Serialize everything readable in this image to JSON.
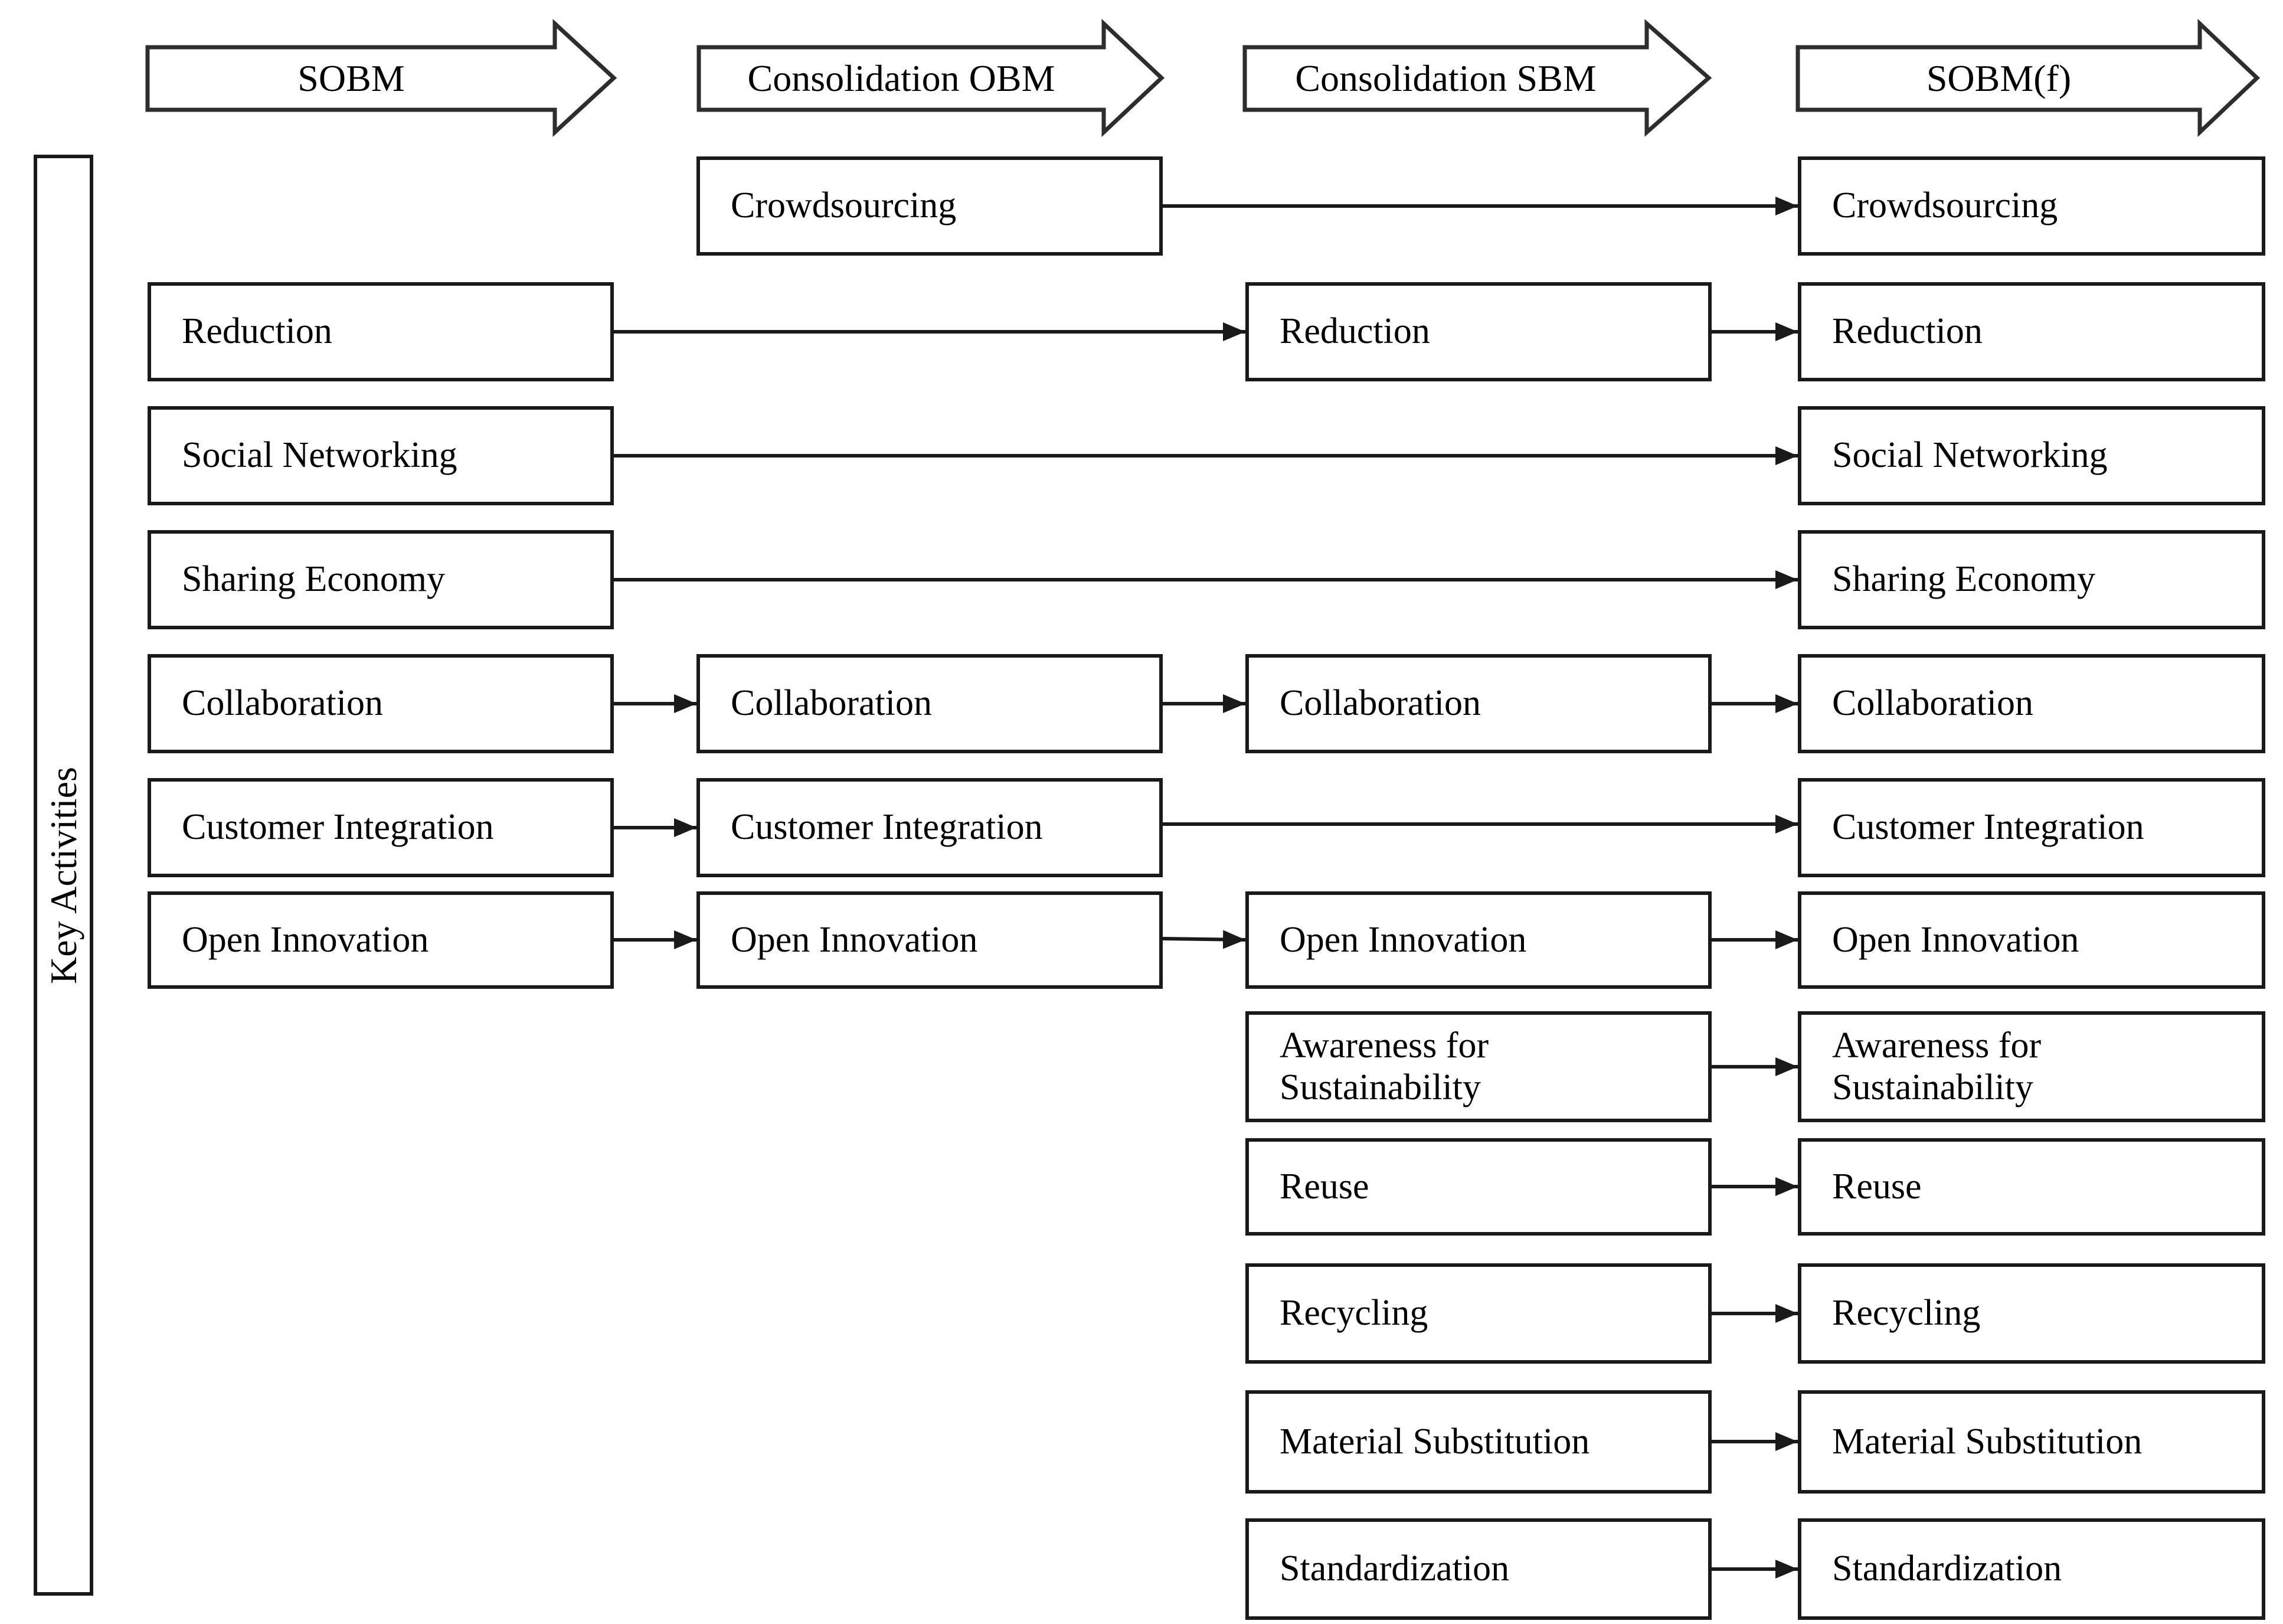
{
  "sidebar": {
    "label": "Key Activities"
  },
  "headers": [
    {
      "label": "SOBM"
    },
    {
      "label": "Consolidation OBM"
    },
    {
      "label": "Consolidation SBM"
    },
    {
      "label": "SOBM(f)"
    }
  ],
  "columns": [
    {
      "name": "SOBM",
      "boxes": [
        {
          "label": "Reduction"
        },
        {
          "label": "Social Networking"
        },
        {
          "label": "Sharing Economy"
        },
        {
          "label": "Collaboration"
        },
        {
          "label": "Customer Integration"
        },
        {
          "label": "Open Innovation"
        }
      ]
    },
    {
      "name": "Consolidation OBM",
      "boxes": [
        {
          "label": "Crowdsourcing"
        },
        {
          "label": "Collaboration"
        },
        {
          "label": "Customer Integration"
        },
        {
          "label": "Open Innovation"
        }
      ]
    },
    {
      "name": "Consolidation SBM",
      "boxes": [
        {
          "label": "Reduction"
        },
        {
          "label": "Collaboration"
        },
        {
          "label": "Open Innovation"
        },
        {
          "label": "Awareness for\nSustainability"
        },
        {
          "label": "Reuse"
        },
        {
          "label": "Recycling"
        },
        {
          "label": "Material Substitution"
        },
        {
          "label": "Standardization"
        }
      ]
    },
    {
      "name": "SOBM(f)",
      "boxes": [
        {
          "label": "Crowdsourcing"
        },
        {
          "label": "Reduction"
        },
        {
          "label": "Social Networking"
        },
        {
          "label": "Sharing Economy"
        },
        {
          "label": "Collaboration"
        },
        {
          "label": "Customer Integration"
        },
        {
          "label": "Open Innovation"
        },
        {
          "label": "Awareness for\nSustainability"
        },
        {
          "label": "Reuse"
        },
        {
          "label": "Recycling"
        },
        {
          "label": "Material Substitution"
        },
        {
          "label": "Standardization"
        }
      ]
    }
  ],
  "connections": [
    {
      "from": "Consolidation OBM / Crowdsourcing",
      "to": "SOBM(f) / Crowdsourcing"
    },
    {
      "from": "SOBM / Reduction",
      "to": "Consolidation SBM / Reduction"
    },
    {
      "from": "Consolidation SBM / Reduction",
      "to": "SOBM(f) / Reduction"
    },
    {
      "from": "SOBM / Social Networking",
      "to": "SOBM(f) / Social Networking"
    },
    {
      "from": "SOBM / Sharing Economy",
      "to": "SOBM(f) / Sharing Economy"
    },
    {
      "from": "SOBM / Collaboration",
      "to": "Consolidation OBM / Collaboration"
    },
    {
      "from": "Consolidation OBM / Collaboration",
      "to": "Consolidation SBM / Collaboration"
    },
    {
      "from": "Consolidation SBM / Collaboration",
      "to": "SOBM(f) / Collaboration"
    },
    {
      "from": "SOBM / Customer Integration",
      "to": "Consolidation OBM / Customer Integration"
    },
    {
      "from": "Consolidation OBM / Customer Integration",
      "to": "SOBM(f) / Customer Integration"
    },
    {
      "from": "SOBM / Open Innovation",
      "to": "Consolidation OBM / Open Innovation"
    },
    {
      "from": "Consolidation OBM / Open Innovation",
      "to": "Consolidation SBM / Open Innovation"
    },
    {
      "from": "Consolidation SBM / Open Innovation",
      "to": "SOBM(f) / Open Innovation"
    },
    {
      "from": "Consolidation SBM / Awareness for Sustainability",
      "to": "SOBM(f) / Awareness for Sustainability"
    },
    {
      "from": "Consolidation SBM / Reuse",
      "to": "SOBM(f) / Reuse"
    },
    {
      "from": "Consolidation SBM / Recycling",
      "to": "SOBM(f) / Recycling"
    },
    {
      "from": "Consolidation SBM / Material Substitution",
      "to": "SOBM(f) / Material Substitution"
    },
    {
      "from": "Consolidation SBM / Standardization",
      "to": "SOBM(f) / Standardization"
    }
  ],
  "colors": {
    "background": "#ffffff",
    "line": "#1a1a1a",
    "box_border": "#1a1a1a",
    "text": "#000000"
  }
}
